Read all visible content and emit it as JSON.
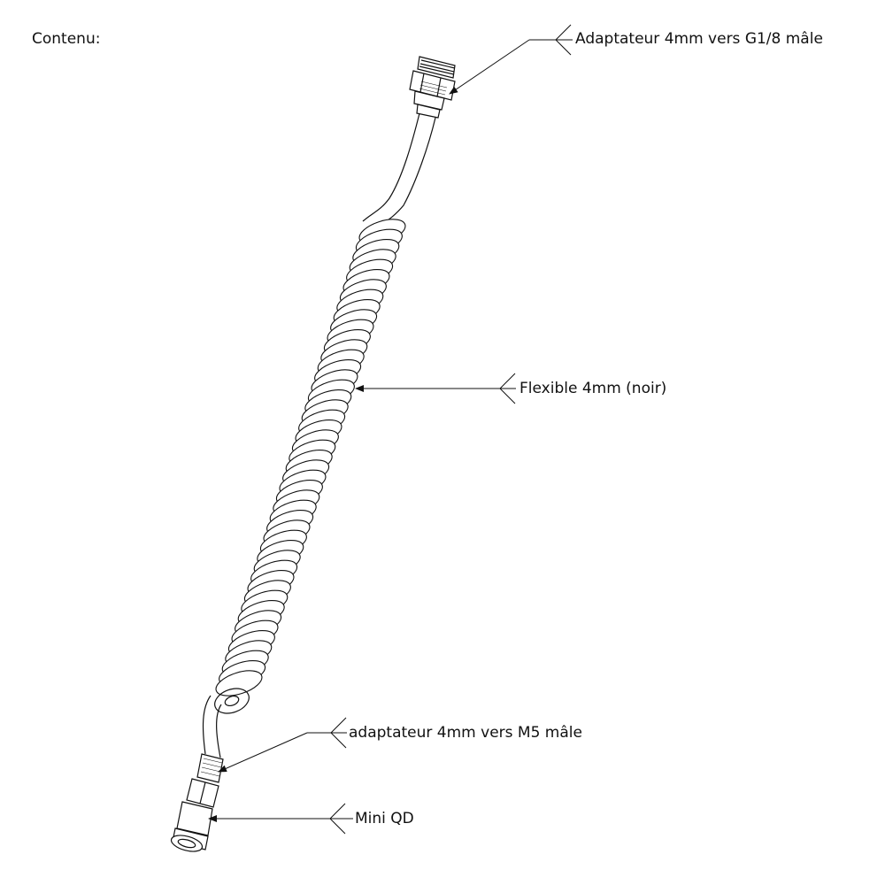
{
  "heading": "Contenu:",
  "callouts": [
    {
      "id": "top_adapter",
      "text": "Adaptateur 4mm vers G1/8 mâle"
    },
    {
      "id": "hose",
      "text": "Flexible 4mm (noir)"
    },
    {
      "id": "m5_adapter",
      "text": "adaptateur 4mm vers M5 mâle"
    },
    {
      "id": "mini_qd",
      "text": "Mini QD"
    }
  ],
  "colors": {
    "line": "#111111",
    "background": "#ffffff"
  }
}
